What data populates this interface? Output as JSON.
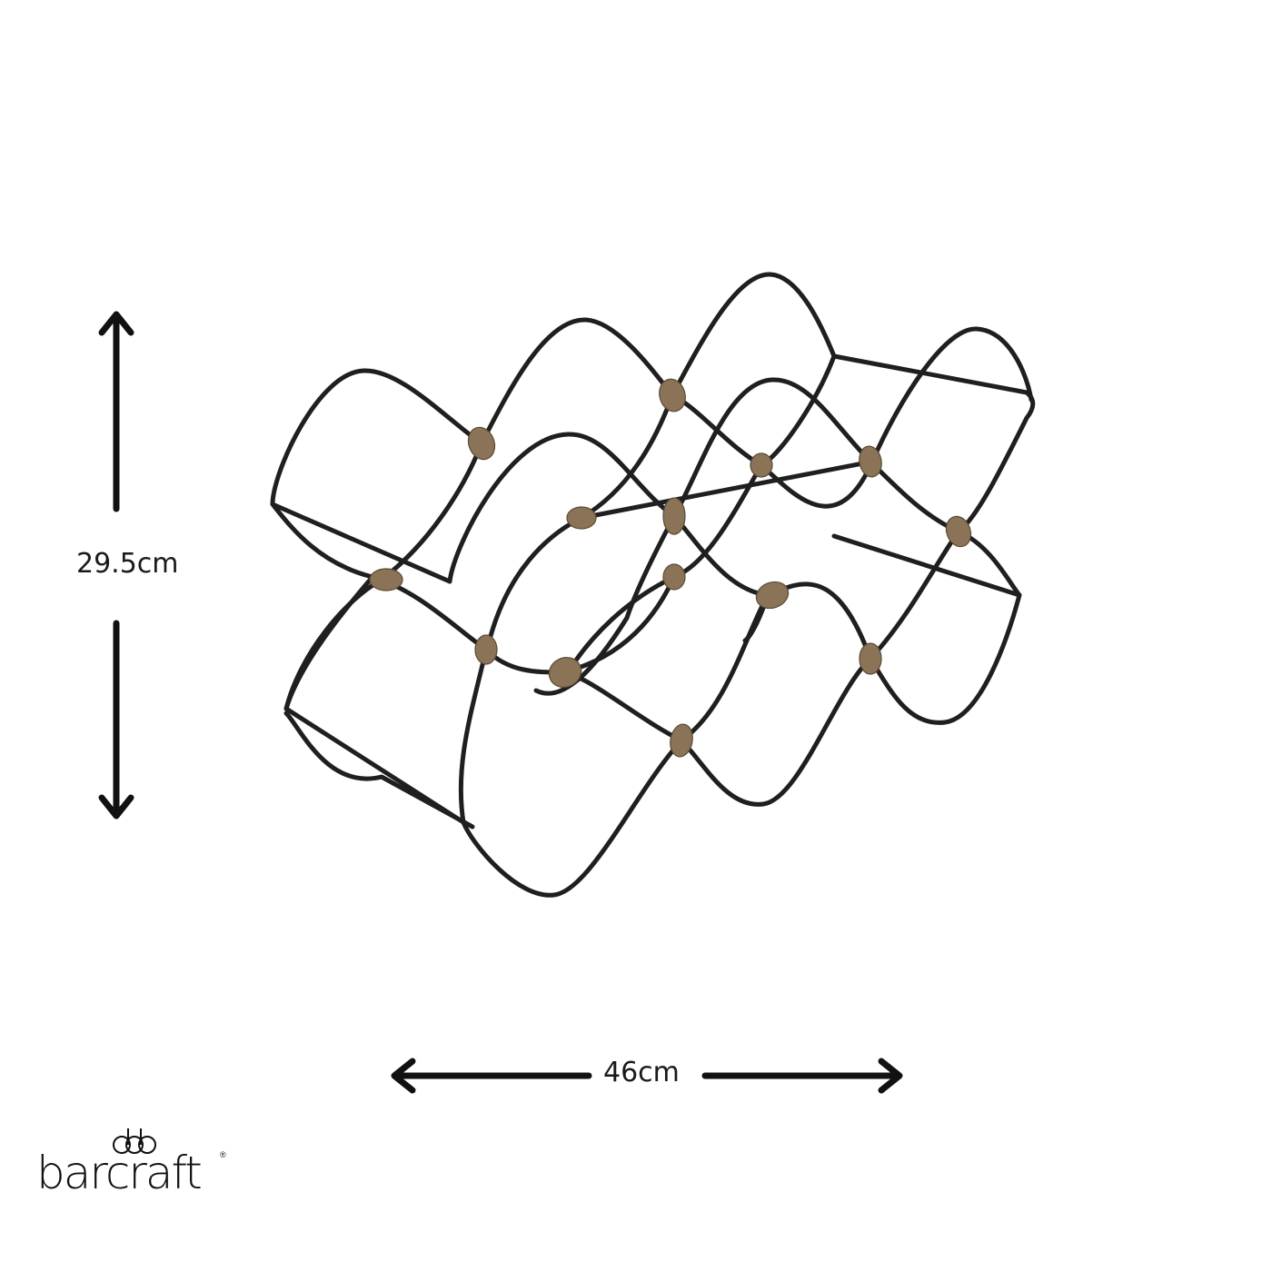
{
  "product": {
    "name": "wine-rack",
    "wire_color": "#1f1f1f",
    "binding_color": "#8a7356"
  },
  "dimensions": {
    "height": {
      "label": "29.5cm"
    },
    "width": {
      "label": "46cm"
    }
  },
  "brand": {
    "logo_mark": "ꝏ",
    "wordmark": "barcraft",
    "registered": "®"
  }
}
